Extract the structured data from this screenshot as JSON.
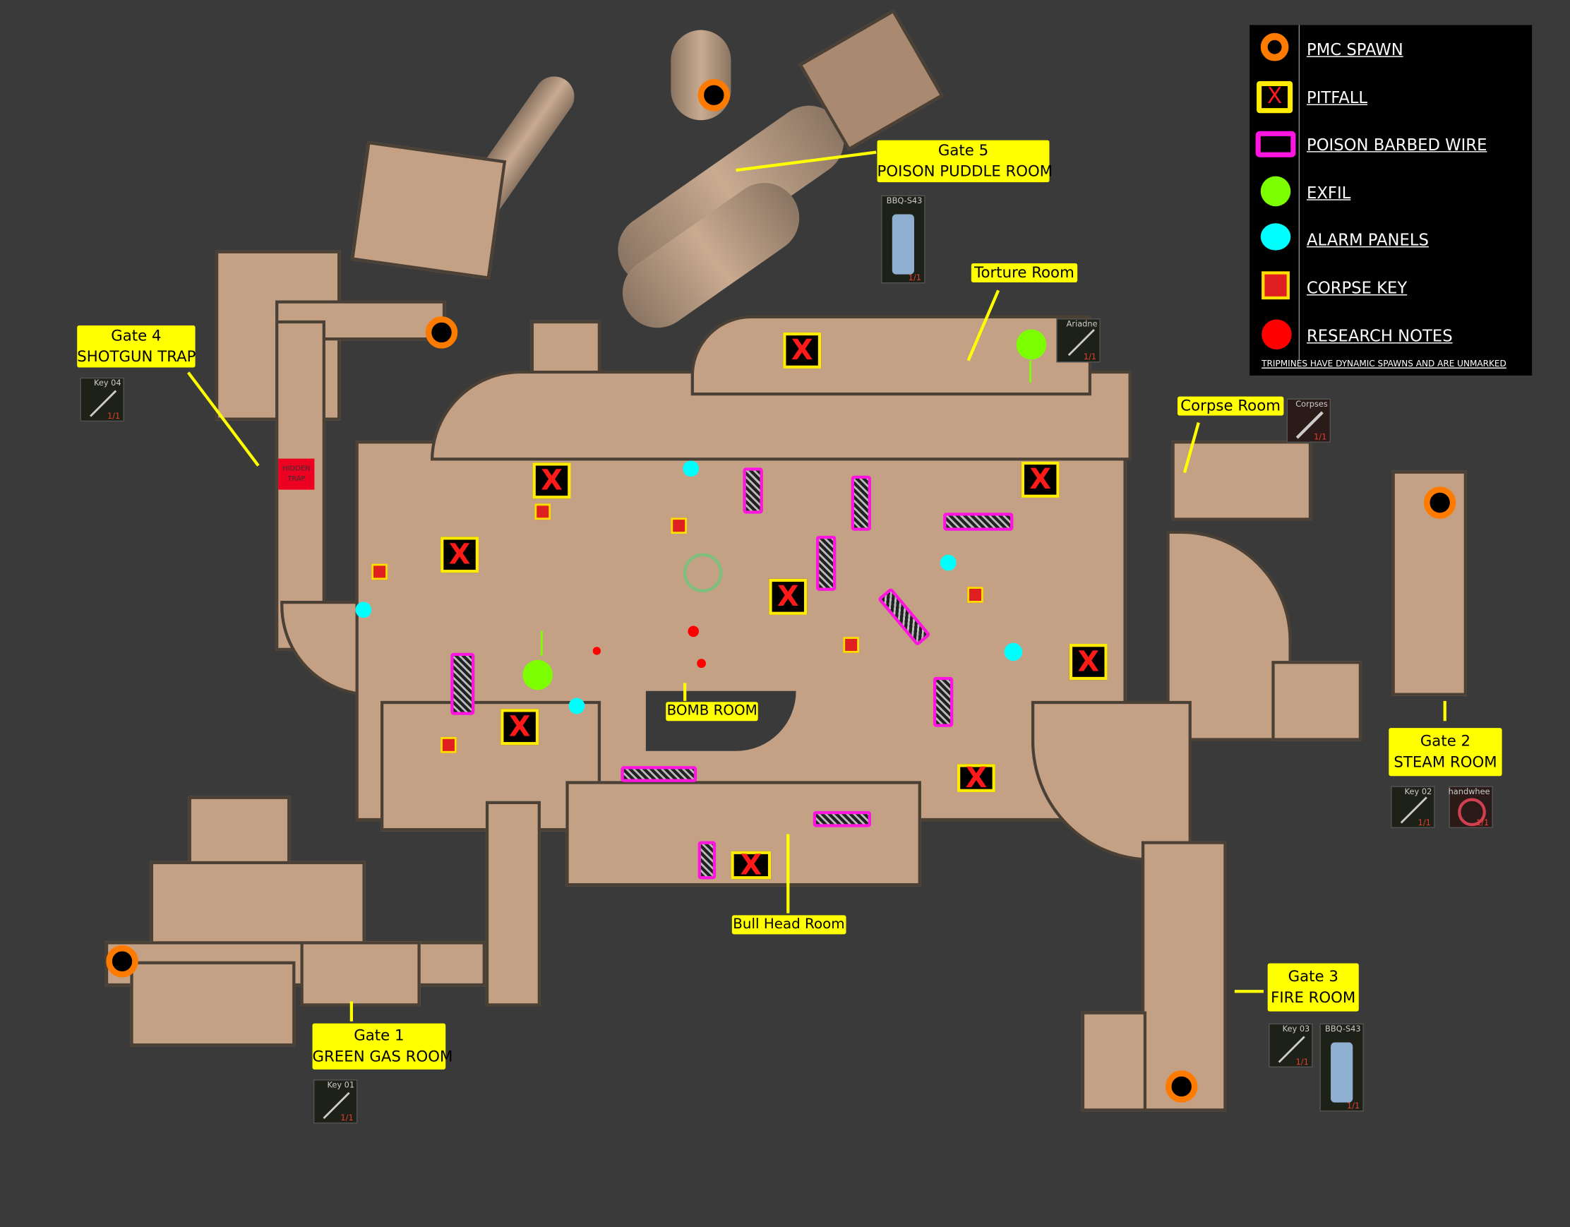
{
  "legend": {
    "items": [
      {
        "label": "PMC SPAWN",
        "icon": "pmc-spawn-ring",
        "color": "#ff7b00"
      },
      {
        "label": "PITFALL",
        "icon": "pitfall-x",
        "color": "#ffec00"
      },
      {
        "label": "POISON BARBED WIRE",
        "icon": "barbed-wire-box",
        "color": "#ff14e0"
      },
      {
        "label": "EXFIL",
        "icon": "exfil-dot",
        "color": "#7cff00"
      },
      {
        "label": "ALARM PANELS",
        "icon": "alarm-dot",
        "color": "#00ffff"
      },
      {
        "label": "CORPSE KEY",
        "icon": "corpse-key",
        "color": "#e02020"
      },
      {
        "label": "RESEARCH NOTES",
        "icon": "research-dot",
        "color": "#ff0000"
      }
    ],
    "footnote": "TRIPMINES HAVE DYNAMIC SPAWNS AND ARE UNMARKED"
  },
  "labels": {
    "gate5": {
      "line1": "Gate 5",
      "line2": "POISON PUDDLE ROOM"
    },
    "gate4": {
      "line1": "Gate 4",
      "line2": "SHOTGUN TRAP"
    },
    "gate2": {
      "line1": "Gate 2",
      "line2": "STEAM ROOM"
    },
    "gate3": {
      "line1": "Gate 3",
      "line2": "FIRE ROOM"
    },
    "gate1": {
      "line1": "Gate 1",
      "line2": "GREEN GAS ROOM"
    },
    "torture": "Torture Room",
    "corpse": "Corpse Room",
    "bomb": "BOMB ROOM",
    "bull": "Bull Head Room",
    "hidden_trap": "HIDDEN TRAP"
  },
  "cards": {
    "gate5_item": {
      "name": "BBQ-S43",
      "count": "1/1"
    },
    "ariadne": {
      "name": "Ariadne",
      "count": "1/1"
    },
    "key04": {
      "name": "Key 04",
      "count": "1/1"
    },
    "corpses": {
      "name": "Corpses",
      "count": "1/1"
    },
    "key02": {
      "name": "Key 02",
      "count": "1/1"
    },
    "handwheel": {
      "name": "handwhee",
      "count": "1/1"
    },
    "key03": {
      "name": "Key 03",
      "count": "1/1"
    },
    "gate3_item": {
      "name": "BBQ-S43",
      "count": "1/1"
    },
    "key01": {
      "name": "Key 01",
      "count": "1/1"
    }
  },
  "colors": {
    "background": "#3a3a3a",
    "floor": "#c4a184",
    "label": "#ffff00"
  }
}
